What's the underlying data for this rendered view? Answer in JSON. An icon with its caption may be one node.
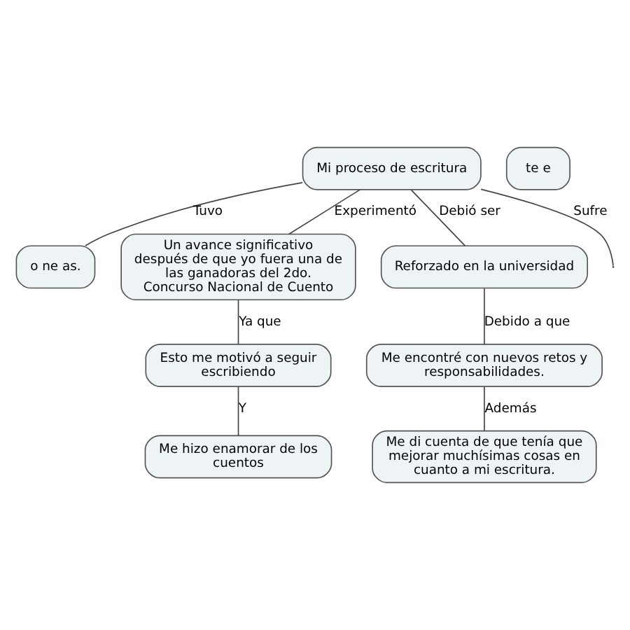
{
  "diagram": {
    "nodes": [
      {
        "text": [
          "Mi proceso de escritura"
        ]
      },
      {
        "text": [
          "o ne as."
        ]
      },
      {
        "text": [
          "Un avance significativo después de que yo fuera una de las ganadoras del 2do. Concurso Nacional de Cuento"
        ]
      },
      {
        "text": [
          "Esto me motivó a seguir escribiendo"
        ]
      },
      {
        "text": [
          "Me hizo enamorar de los cuentos"
        ]
      },
      {
        "text": [
          "te e"
        ]
      },
      {
        "text": [
          "Reforzado en la universidad"
        ]
      },
      {
        "text": [
          "Me encontré con nuevos retos y responsabilidades."
        ]
      },
      {
        "text": [
          "Me di cuenta de que tenía que mejorar muchísimas cosas en cuanto a mi escritura."
        ]
      }
    ],
    "edges": [
      {
        "from": 0,
        "to": 1,
        "arrow": "none",
        "label": "Tuvo"
      },
      {
        "from": 0,
        "to": 2,
        "arrow": "none",
        "label": "Experimentó"
      },
      {
        "from": 0,
        "to": 6,
        "arrow": "none",
        "label": "Debió ser"
      },
      {
        "from": 0,
        "to": null,
        "arrow": "none",
        "label": "Sufre"
      },
      {
        "from": 2,
        "to": 3,
        "arrow": "none",
        "label": "Ya que"
      },
      {
        "from": 3,
        "to": 4,
        "arrow": "none",
        "label": "Y"
      },
      {
        "from": 6,
        "to": 7,
        "arrow": "none",
        "label": "Debido a que"
      },
      {
        "from": 7,
        "to": 8,
        "arrow": "none",
        "label": "Además"
      }
    ]
  }
}
